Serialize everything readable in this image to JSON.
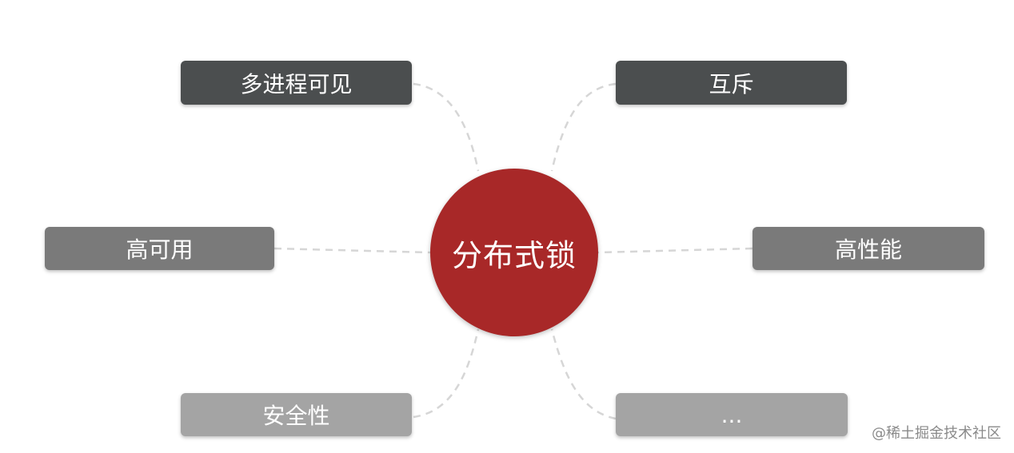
{
  "center": {
    "label": "分布式锁"
  },
  "nodes": {
    "top_left": "多进程可见",
    "top_right": "互斥",
    "middle_left": "高可用",
    "middle_right": "高性能",
    "bottom_left": "安全性",
    "bottom_right": "..."
  },
  "watermark": "@稀土掘金技术社区",
  "colors": {
    "center": "#a82828",
    "node_dark": "#4b4e4f",
    "node_mid": "#7a7a7a",
    "node_light": "#a4a4a4",
    "connector": "#d6d6d6"
  }
}
